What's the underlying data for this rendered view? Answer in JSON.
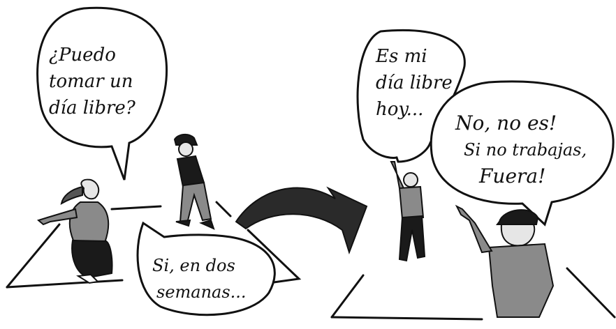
{
  "bubbles": {
    "woman": {
      "lines": [
        "¿Puedo",
        "tomar un",
        "día libre?"
      ]
    },
    "boss_reply": {
      "lines": [
        "Si, en dos",
        "semanas..."
      ]
    },
    "worker": {
      "lines": [
        "Es mi",
        "día libre",
        "hoy..."
      ]
    },
    "boss_angry": {
      "lines": [
        "No, no es!",
        "Si no trabajas,",
        "Fuera!"
      ]
    }
  },
  "colors": {
    "ink": "#111111",
    "shirt": "#8a8a8a",
    "dark": "#1a1a1a",
    "arrow": "#2a2a2a"
  }
}
